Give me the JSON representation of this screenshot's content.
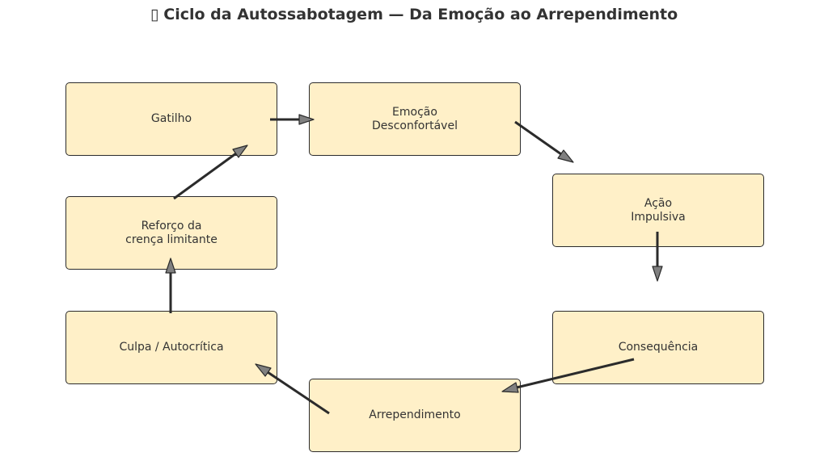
{
  "title": "Ciclo da Autossabotagem — Da Emoção ao Arrependimento",
  "title_icon": "missing-glyph-icon",
  "colors": {
    "node_fill": "#fff0c8",
    "node_border": "#2b2b2b",
    "arrow_stroke": "#2b2b2b",
    "arrowhead_fill": "#808080",
    "text": "#333333"
  },
  "nodes": [
    {
      "id": "gatilho",
      "label": "Gatilho"
    },
    {
      "id": "emocao",
      "label": "Emoção\nDesconfortável"
    },
    {
      "id": "acao",
      "label": "Ação\nImpulsiva"
    },
    {
      "id": "consequencia",
      "label": "Consequência"
    },
    {
      "id": "arrependimento",
      "label": "Arrependimento"
    },
    {
      "id": "culpa",
      "label": "Culpa / Autocrítica"
    },
    {
      "id": "reforco",
      "label": "Reforço da\ncrença limitante"
    }
  ],
  "edges": [
    {
      "from": "gatilho",
      "to": "emocao"
    },
    {
      "from": "emocao",
      "to": "acao"
    },
    {
      "from": "acao",
      "to": "consequencia"
    },
    {
      "from": "consequencia",
      "to": "arrependimento"
    },
    {
      "from": "arrependimento",
      "to": "culpa"
    },
    {
      "from": "culpa",
      "to": "reforco"
    },
    {
      "from": "reforco",
      "to": "gatilho"
    }
  ]
}
